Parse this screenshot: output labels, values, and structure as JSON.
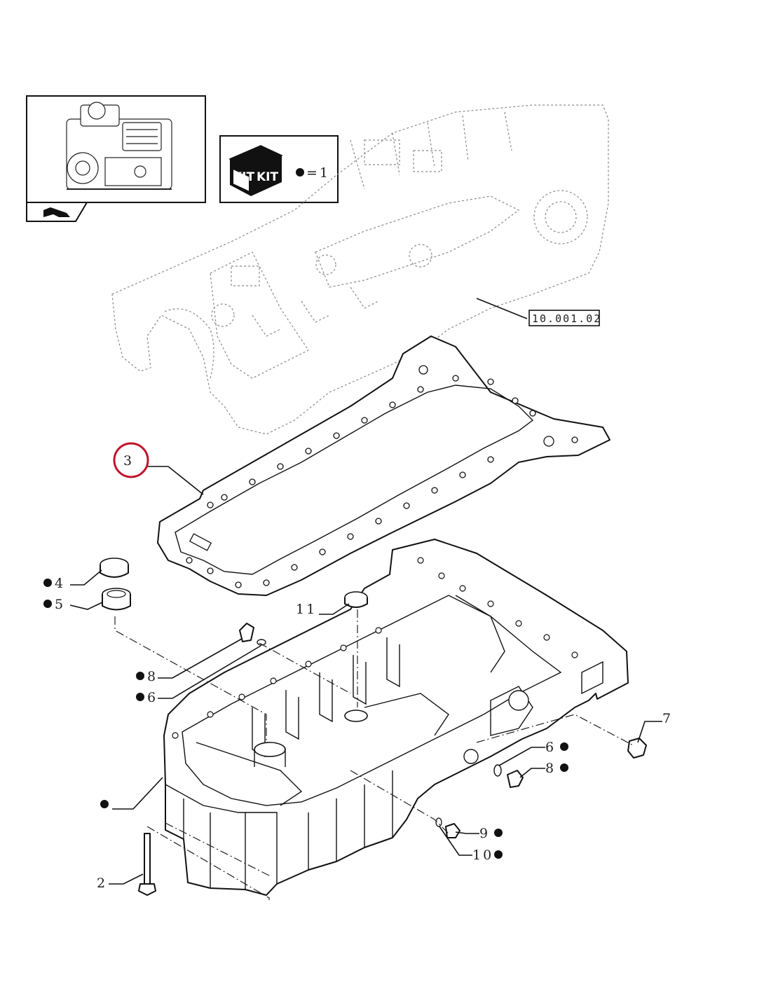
{
  "kit_legend": {
    "kit_label_1": "KIT",
    "kit_label_2": "KIT",
    "equals_value": "=1"
  },
  "reference": {
    "label": "10.001.02"
  },
  "callouts": {
    "c2": "2",
    "c3": "3",
    "c4": "4",
    "c5": "5",
    "c6_left": "6",
    "c6_right": "6",
    "c7": "7",
    "c8_left": "8",
    "c8_right": "8",
    "c9": "9",
    "c10": "10",
    "c11": "11"
  },
  "colors": {
    "highlight_ring": "#c0142b",
    "line": "#111111",
    "ghost_line": "#8a8a8a"
  },
  "icons": {
    "engine_thumbnail": "engine-icon",
    "navigation": "hand-pointer-icon",
    "kit_box": "kit-box-icon"
  }
}
